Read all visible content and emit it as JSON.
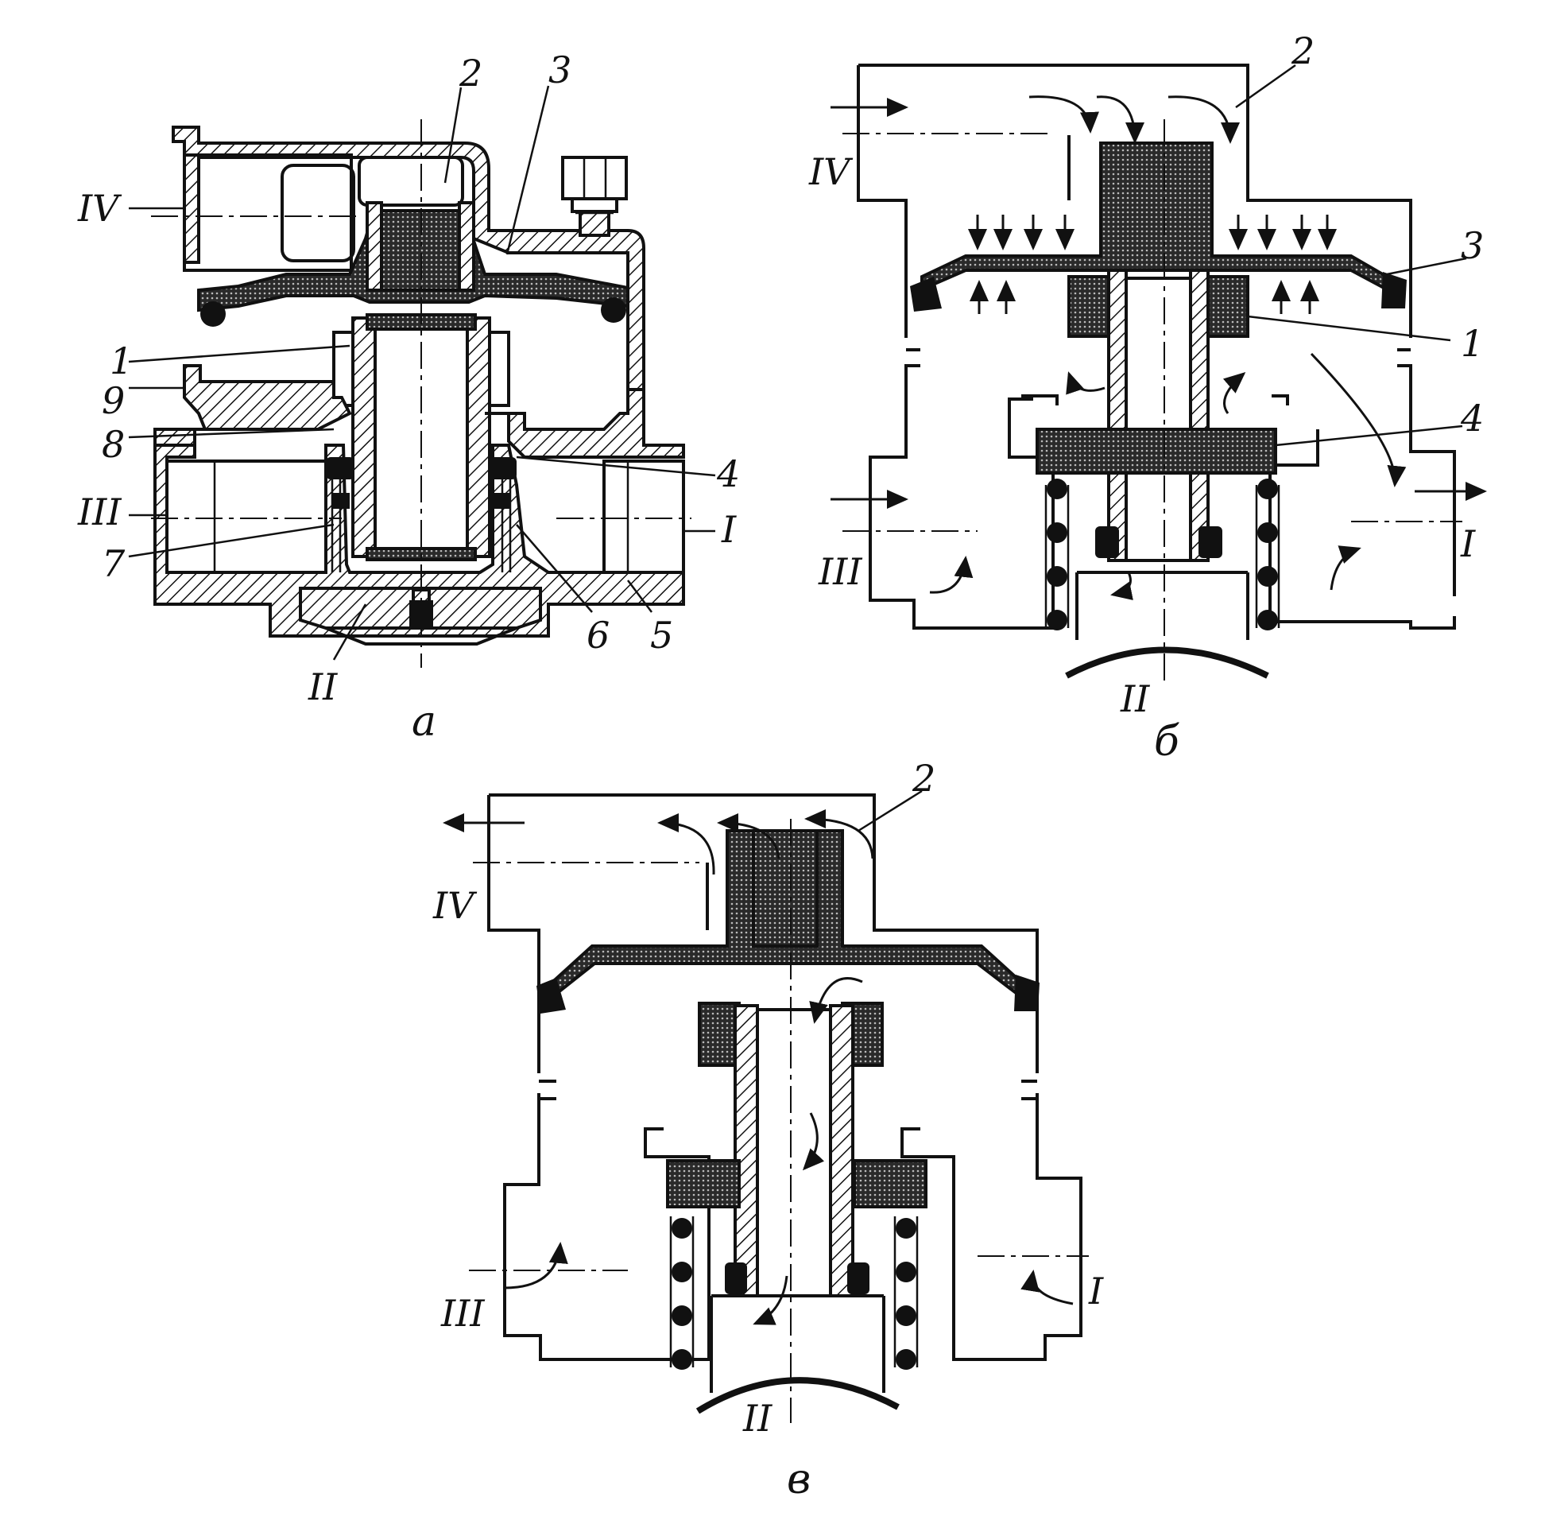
{
  "labels": {
    "a": {
      "p2": "2",
      "p3": "3",
      "pIV": "IV",
      "p1": "1",
      "p9": "9",
      "p8": "8",
      "pIII": "III",
      "p7": "7",
      "pII": "II",
      "p6": "6",
      "p5": "5",
      "p4": "4",
      "pI": "I"
    },
    "b": {
      "p2": "2",
      "pIV": "IV",
      "p3": "3",
      "p1": "1",
      "p4": "4",
      "pIII": "III",
      "pI": "I",
      "pII": "II"
    },
    "v": {
      "p2": "2",
      "pIV": "IV",
      "pIII": "III",
      "pI": "I",
      "pII": "II"
    }
  },
  "captions": {
    "a": "а",
    "b": "б",
    "v": "в"
  },
  "colors": {
    "ink": "#111111",
    "paper": "#ffffff"
  }
}
